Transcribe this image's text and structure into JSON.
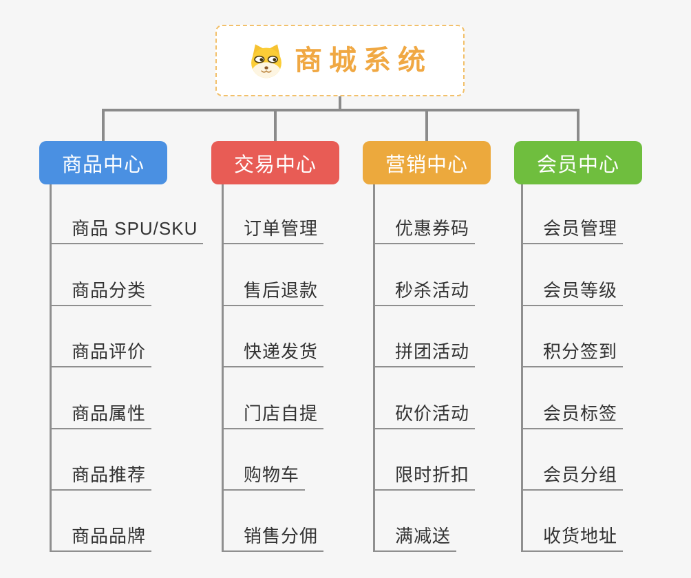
{
  "root": {
    "title": "商城系统",
    "icon": "doge-icon",
    "title_color": "#f0a843",
    "border_color": "#f2c06a"
  },
  "connector_color": "#8b8b8b",
  "leaf_text_color": "#333333",
  "background_color": "#f6f6f6",
  "branches": [
    {
      "label": "商品中心",
      "color": "#4a90e2",
      "children": [
        "商品 SPU/SKU",
        "商品分类",
        "商品评价",
        "商品属性",
        "商品推荐",
        "商品品牌"
      ]
    },
    {
      "label": "交易中心",
      "color": "#e85c55",
      "children": [
        "订单管理",
        "售后退款",
        "快递发货",
        "门店自提",
        "购物车",
        "销售分佣"
      ]
    },
    {
      "label": "营销中心",
      "color": "#eca93d",
      "children": [
        "优惠券码",
        "秒杀活动",
        "拼团活动",
        "砍价活动",
        "限时折扣",
        "满减送"
      ]
    },
    {
      "label": "会员中心",
      "color": "#6fbe3e",
      "children": [
        "会员管理",
        "会员等级",
        "积分签到",
        "会员标签",
        "会员分组",
        "收货地址"
      ]
    }
  ]
}
